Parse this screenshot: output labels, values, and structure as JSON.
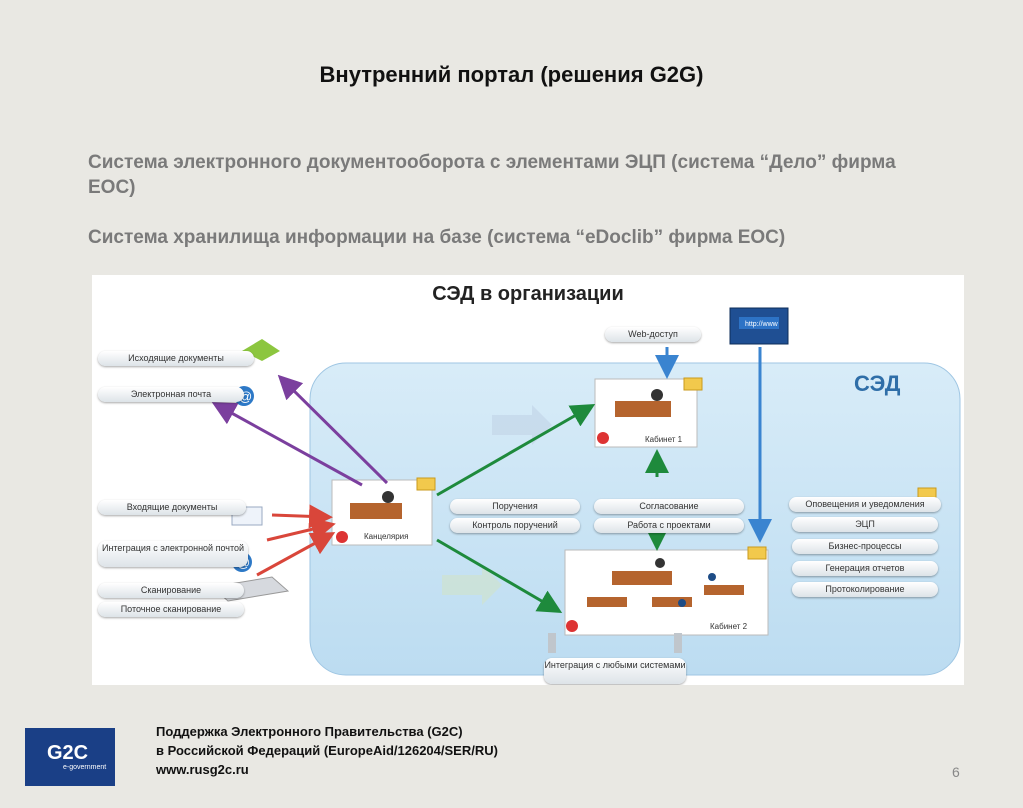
{
  "slide": {
    "title": "Внутренний портал (решения G2G)",
    "line1": "Система электронного документооборота с элементами ЭЦП (система “Дело” фирма ЕОС)",
    "line2": "Система хранилища информации на базе (система “eDoclib” фирма ЕОС)",
    "page_number": "6"
  },
  "diagram": {
    "title": "СЭД в организации",
    "sed_label": "СЭД",
    "web_access": "Web-доступ",
    "left_items": [
      "Исходящие документы",
      "Электронная почта",
      "Входящие документы",
      "Интеграция с электронной почтой",
      "Сканирование",
      "Поточное сканирование"
    ],
    "center_items": [
      "Поручения",
      "Контроль поручений",
      "Согласование",
      "Работа с проектами"
    ],
    "right_items": [
      "Оповещения и уведомления",
      "ЭЦП",
      "Бизнес-процессы",
      "Генерация отчетов",
      "Протоколирование"
    ],
    "office_labels": [
      "Канцелярия",
      "Кабинет 1",
      "Кабинет 2"
    ],
    "bottom_item": "Интеграция с любыми системами",
    "screen_label": "http://www"
  },
  "footer": {
    "line1": "Поддержка Электронного Правительства (G2C)",
    "line2": "в Российской Федераций (EuropeAid/126204/SER/RU)",
    "line3": "www.rusg2c.ru"
  },
  "logo": {
    "text": "G2C",
    "sub": "e-government"
  },
  "colors": {
    "sed_blue": "#2f6ea8",
    "arrow_green": "#1e8a3c",
    "arrow_red": "#d9463a",
    "arrow_purple": "#7b3f9e",
    "arrow_blue": "#3a84d0"
  }
}
